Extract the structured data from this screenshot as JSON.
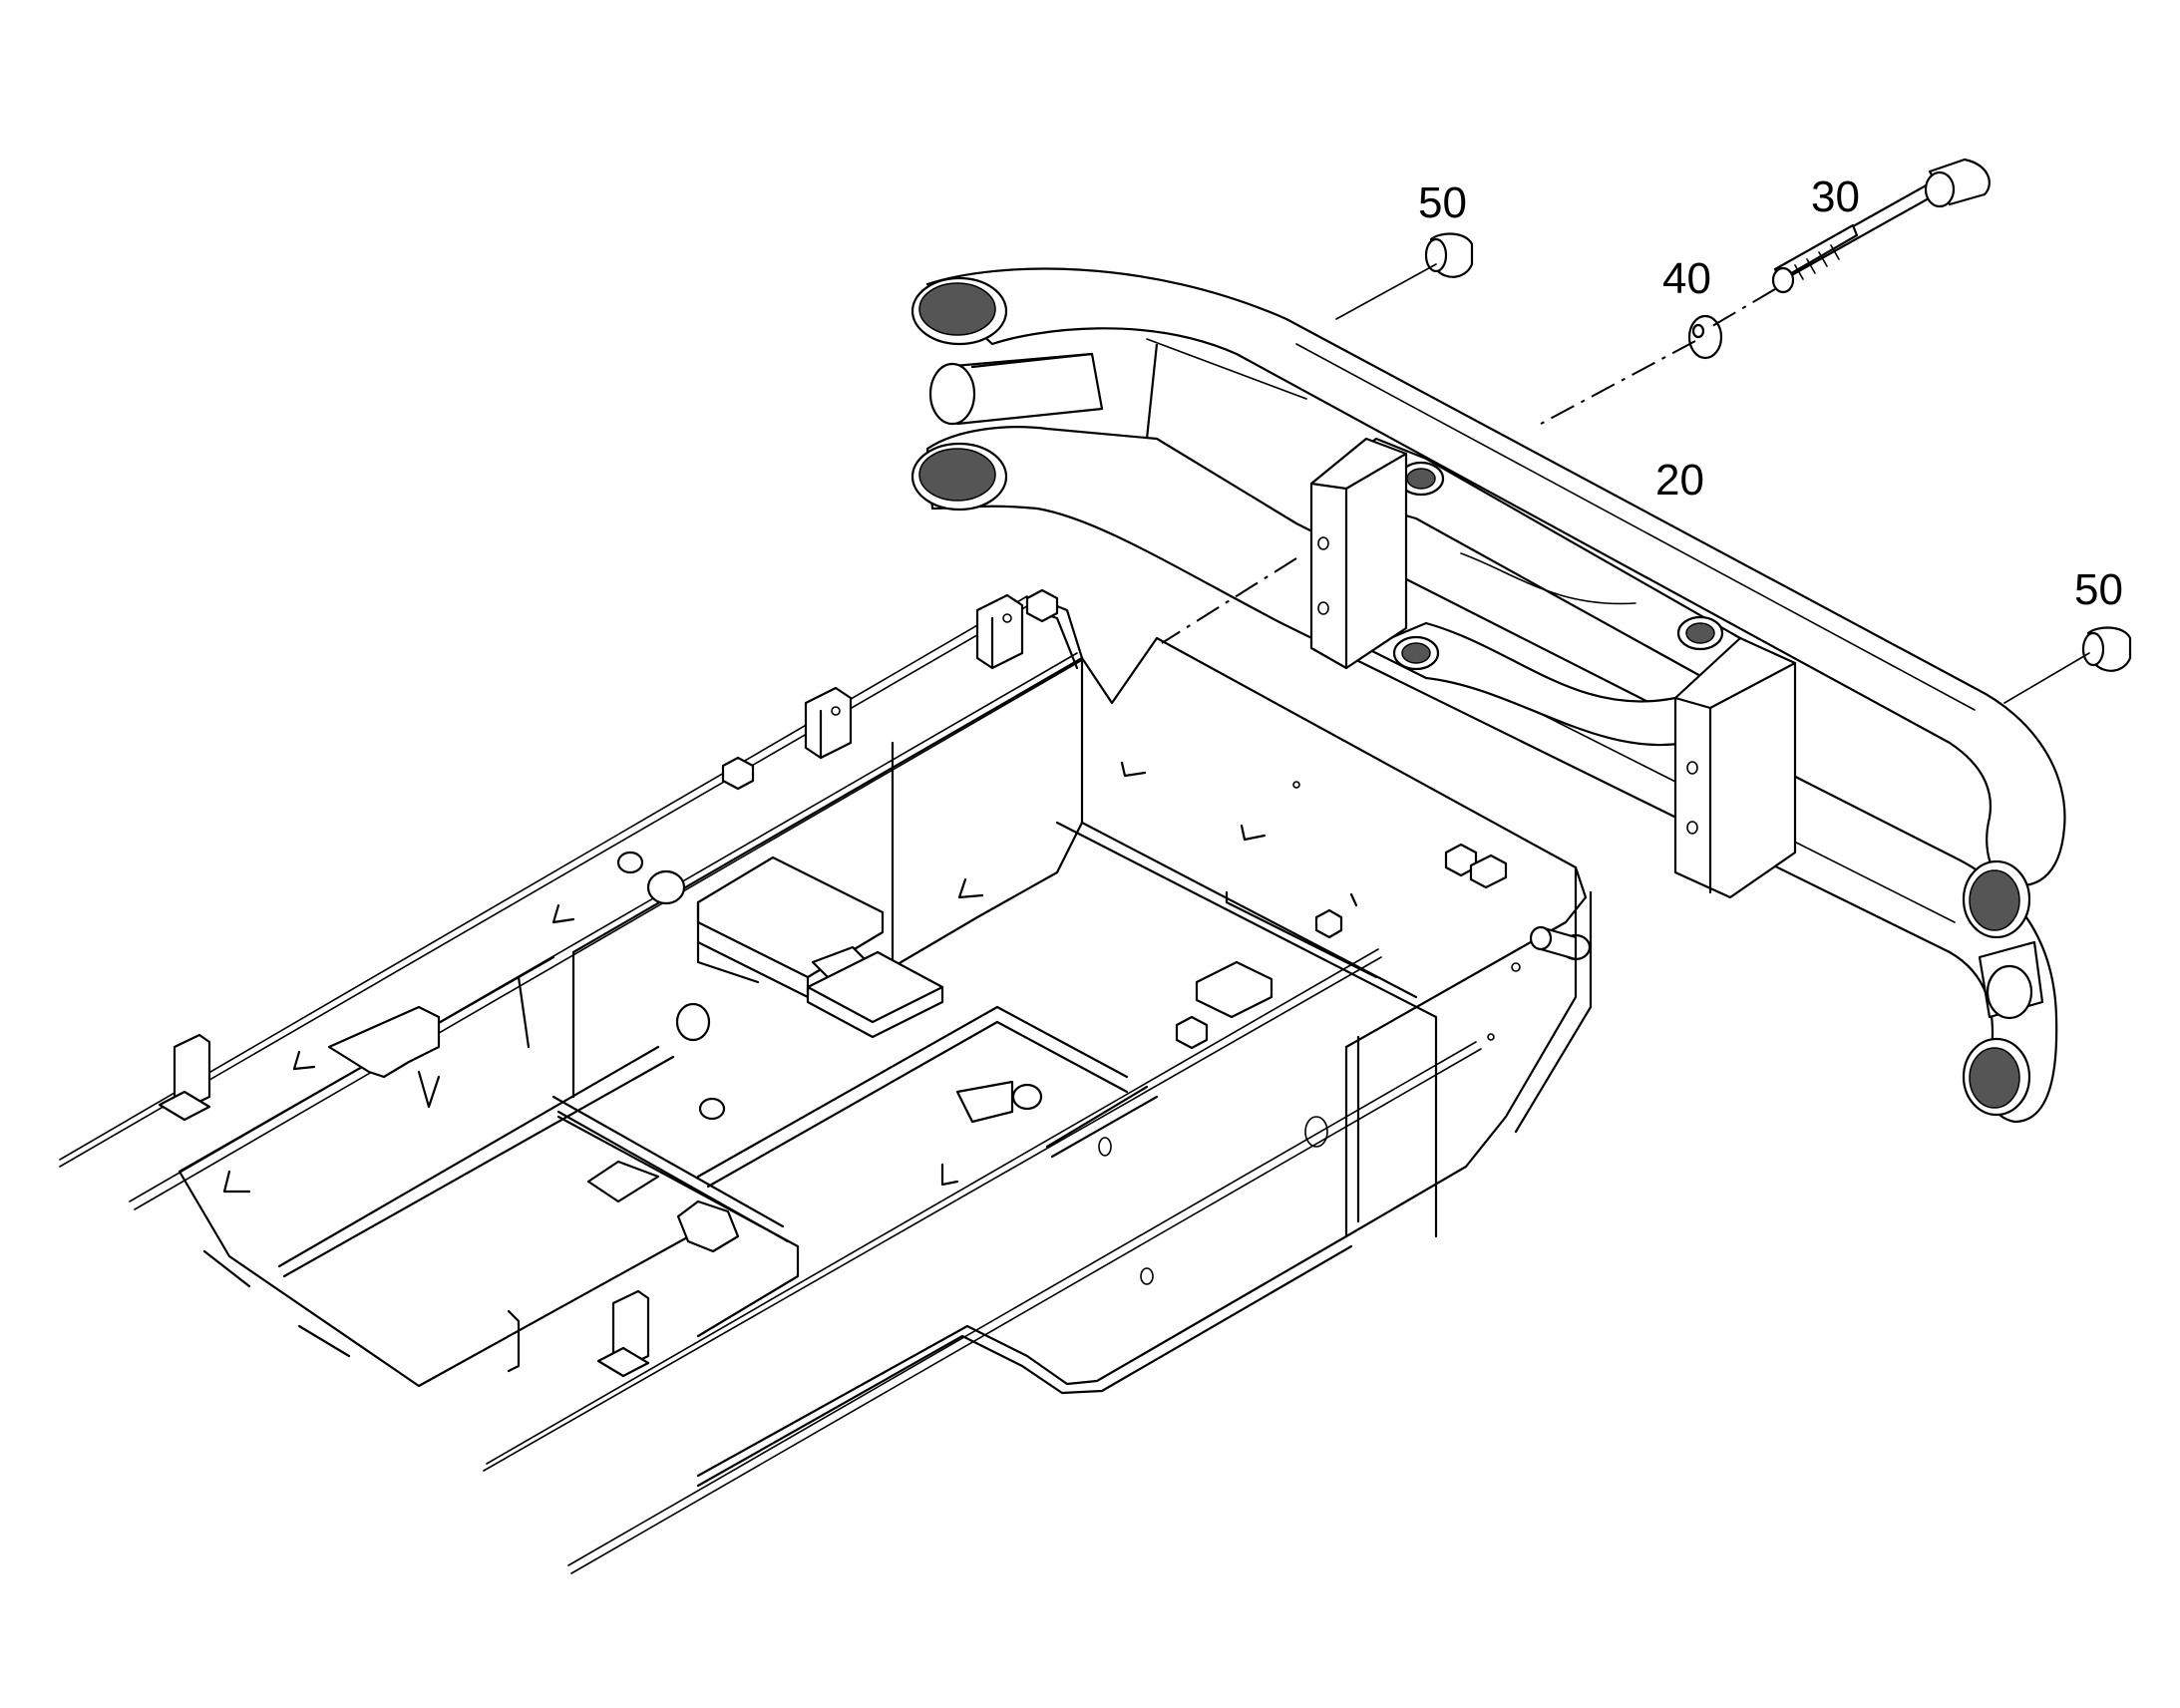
{
  "diagram": {
    "callouts": [
      {
        "id": "item-20",
        "label": "20"
      },
      {
        "id": "item-30",
        "label": "30"
      },
      {
        "id": "item-40",
        "label": "40"
      },
      {
        "id": "item-50-left",
        "label": "50"
      },
      {
        "id": "item-50-right",
        "label": "50"
      }
    ]
  }
}
